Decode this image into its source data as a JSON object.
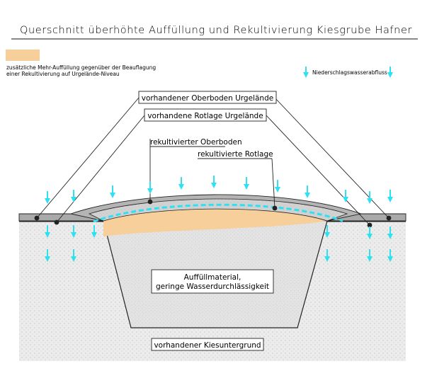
{
  "title": "Querschnitt überhöhte Auffüllung und Rekultivierung Kiesgrube Hafner",
  "legend": {
    "fill_text_line1": "zusätzliche Mehr-Auffüllung gegenüber der Beauflagung",
    "fill_text_line2": "einer Rekultivierung auf Urgelände-Niveau",
    "arrow_text": "Niederschlagswasserabfluss"
  },
  "labels": {
    "oberboden_urgelaende": "vorhandener Oberboden Urgelände",
    "rotlage_urgelaende": "vorhandene Rotlage Urgelände",
    "rekult_oberboden": "rekultivierter Oberboden",
    "rekult_rotlage": "rekultivierte Rotlage",
    "auffuell_line1": "Auffüllmaterial,",
    "auffuell_line2": "geringe Wasserdurchlässigkeit",
    "kiesuntergrund": "vorhandener Kiesuntergrund"
  },
  "colors": {
    "extra_fill": "#f7cf9b",
    "water_arrow": "#2fe0f0",
    "gravel": "#ebebeb",
    "fill_material": "#e2e2e2",
    "topsoil": "#a9a9a9",
    "red_layer": "#cdcdcd"
  },
  "icons": {
    "water_arrow": "down-arrow-icon",
    "leader_dot": "dot-marker-icon"
  }
}
